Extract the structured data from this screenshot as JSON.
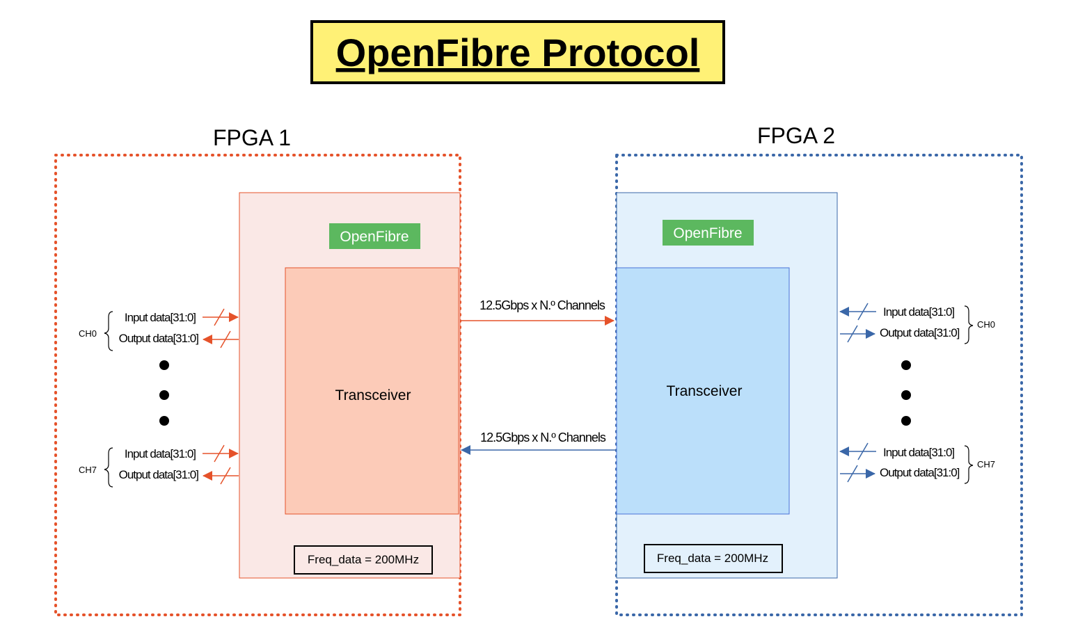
{
  "title": "OpenFibre Protocol",
  "colors": {
    "title_bg": "#fff176",
    "fpga1_accent": "#e5522a",
    "fpga2_accent": "#3a67a8",
    "fpga1_block_bg": "#fae8e6",
    "fpga1_transceiver_bg": "#fccbb8",
    "fpga2_block_bg": "#e3f1fc",
    "fpga2_transceiver_bg": "#bbdffa",
    "openfibre_label_bg": "#5cb85f"
  },
  "fpga1": {
    "label": "FPGA 1",
    "block_label": "OpenFibre",
    "transceiver_label": "Transceiver",
    "freq_label": "Freq_data = 200MHz",
    "channels": [
      {
        "name": "CH0",
        "input": "Input data[31:0]",
        "output": "Output data[31:0]"
      },
      {
        "name": "CH7",
        "input": "Input data[31:0]",
        "output": "Output data[31:0]"
      }
    ]
  },
  "fpga2": {
    "label": "FPGA 2",
    "block_label": "OpenFibre",
    "transceiver_label": "Transceiver",
    "freq_label": "Freq_data = 200MHz",
    "channels": [
      {
        "name": "CH0",
        "input": "Input data[31:0]",
        "output": "Output data[31:0]"
      },
      {
        "name": "CH7",
        "input": "Input data[31:0]",
        "output": "Output data[31:0]"
      }
    ]
  },
  "links": {
    "tx_label": "12.5Gbps x N.º Channels",
    "rx_label": "12.5Gbps x N.º Channels"
  }
}
